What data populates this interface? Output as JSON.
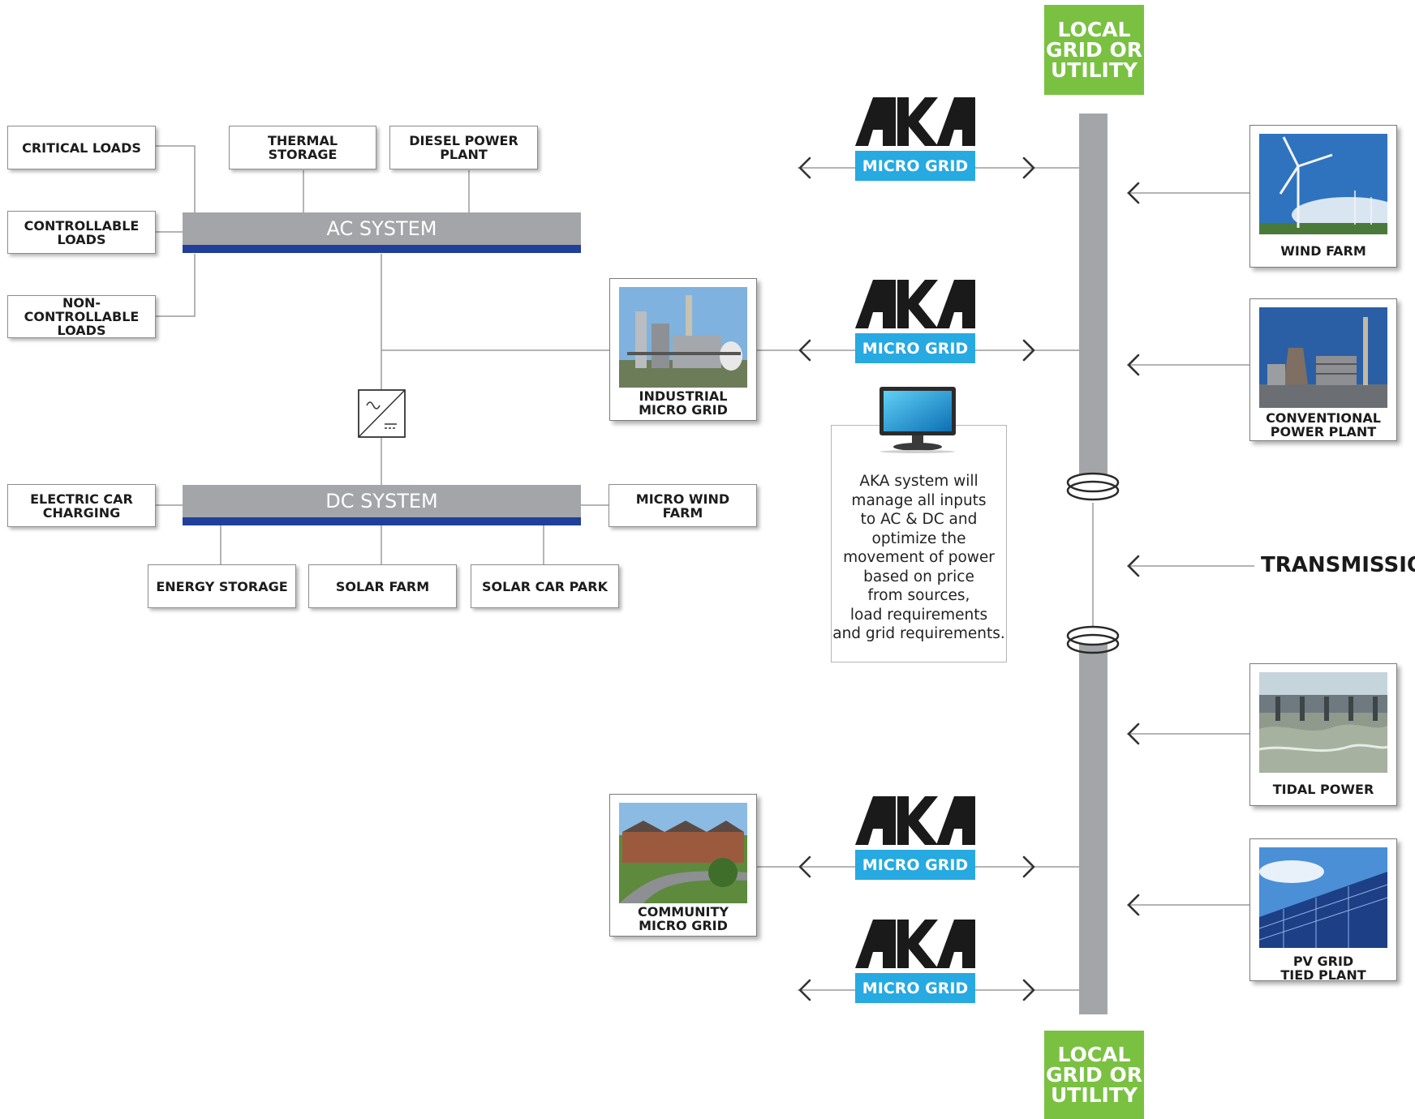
{
  "diagram": {
    "grid_top_label": "LOCAL\nGRID OR\nUTILITY",
    "grid_bottom_label": "LOCAL\nGRID OR\nUTILITY",
    "ac_system": "AC SYSTEM",
    "dc_system": "DC SYSTEM",
    "boxes": {
      "critical_loads": "CRITICAL LOADS",
      "thermal_storage": "THERMAL STORAGE",
      "diesel_power_plant": "DIESEL POWER PLANT",
      "controllable_loads": "CONTROLLABLE\nLOADS",
      "non_controllable_loads": "NON-CONTROLLABLE\nLOADS",
      "electric_car_charging": "ELECTRIC CAR\nCHARGING",
      "micro_wind_farm": "MICRO WIND\nFARM",
      "energy_storage": "ENERGY STORAGE",
      "solar_farm": "SOLAR FARM",
      "solar_car_park": "SOLAR CAR PARK"
    },
    "photos": {
      "industrial": "INDUSTRIAL\nMICRO GRID",
      "community": "COMMUNITY\nMICRO GRID",
      "wind_farm": "WIND FARM",
      "conventional": "CONVENTIONAL\nPOWER PLANT",
      "tidal": "TIDAL POWER",
      "pv": "PV GRID\nTIED PLANT"
    },
    "micro_grid_label": "MICRO GRID",
    "info_text": "AKA system will\nmanage all inputs\nto AC & DC and\noptimize the\nmovement of power\nbased on price\nfrom sources,\nload requirements\nand grid requirements.",
    "transmission": "TRANSMISSION",
    "colors": {
      "green": "#7ac142",
      "blue": "#27a9e1",
      "navy": "#1f3f9a",
      "grey_bus": "#a3a5a8",
      "logo": "#1a1a1a"
    },
    "logo_text": "AKA"
  }
}
